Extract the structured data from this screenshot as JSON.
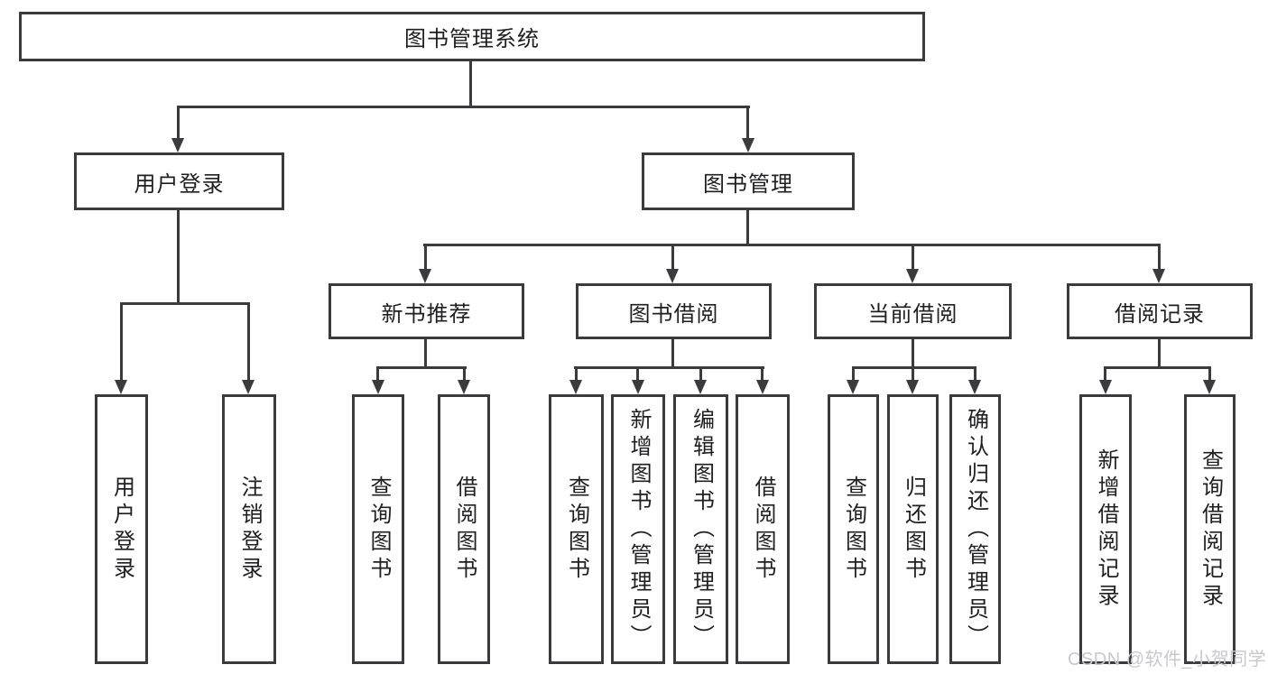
{
  "tree": {
    "label": "图书管理系统",
    "children": [
      {
        "label": "用户登录",
        "children": [
          {
            "label": "用户登录"
          },
          {
            "label": "注销登录"
          }
        ]
      },
      {
        "label": "图书管理",
        "children": [
          {
            "label": "新书推荐",
            "children": [
              {
                "label": "查询图书"
              },
              {
                "label": "借阅图书"
              }
            ]
          },
          {
            "label": "图书借阅",
            "children": [
              {
                "label": "查询图书"
              },
              {
                "label": "新增图书（管理员）"
              },
              {
                "label": "编辑图书（管理员）"
              },
              {
                "label": "借阅图书"
              }
            ]
          },
          {
            "label": "当前借阅",
            "children": [
              {
                "label": "查询图书"
              },
              {
                "label": "归还图书"
              },
              {
                "label": "确认归还（管理员）"
              }
            ]
          },
          {
            "label": "借阅记录",
            "children": [
              {
                "label": "新增借阅记录"
              },
              {
                "label": "查询借阅记录"
              }
            ]
          }
        ]
      }
    ]
  },
  "watermark": {
    "text": "CSDN @软件_小贺同学"
  },
  "colors": {
    "line": "#3b3b3d",
    "text": "#1f1f21",
    "watermark": "#c8c8cd",
    "bg": "#ffffff"
  }
}
